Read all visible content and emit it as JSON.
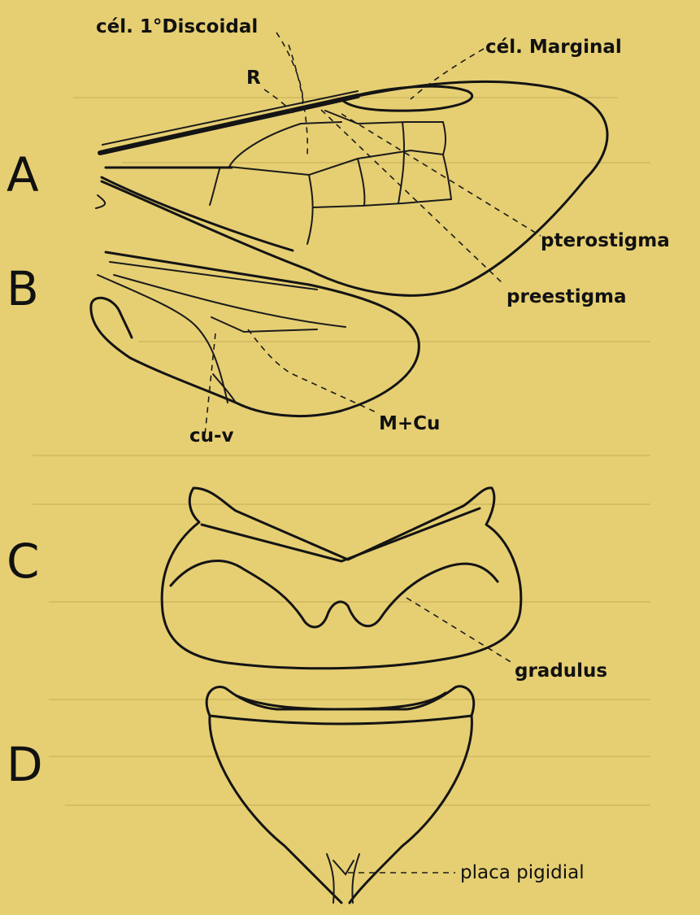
{
  "panels": {
    "a": "A",
    "b": "B",
    "c": "C",
    "d": "D"
  },
  "labels": {
    "cel_discoidal": "cél. 1°Discoidal",
    "cel_marginal": "cél. Marginal",
    "r": "R",
    "pterostigma": "pterostigma",
    "preestigma": "preestigma",
    "cu_v": "cu-v",
    "m_cu": "M+Cu",
    "gradulus": "gradulus",
    "placa_pigidial": "placa pigidial"
  },
  "colors": {
    "paper": "#e6cf73",
    "ink": "#141414"
  }
}
